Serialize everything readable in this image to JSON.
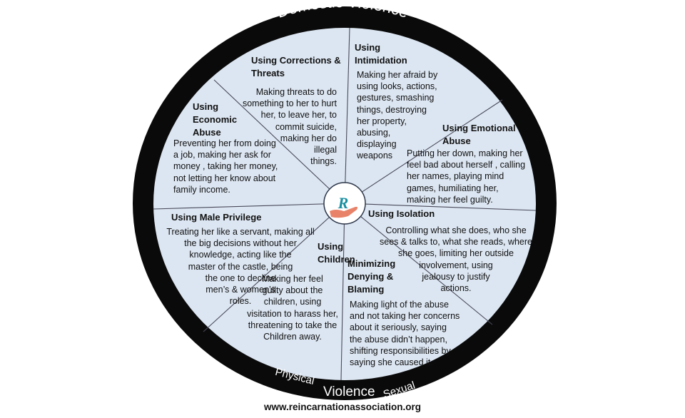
{
  "ring": {
    "top_label": "Domestic Violence",
    "bottom_left": "Physical",
    "bottom_center": "Violence",
    "bottom_right": "Sexual"
  },
  "colors": {
    "ring": "#0a0a0a",
    "fill": "#dce6f2",
    "spoke": "#4a4a5a",
    "hand": "#e8836a",
    "logo_r": "#1a8fa0"
  },
  "sections": [
    {
      "id": "corrections",
      "title": [
        "Using Corrections &",
        "Threats"
      ],
      "body": [
        "Making threats to do",
        "something  to her to hurt",
        "her, to leave her, to",
        "commit suicide,",
        "making her do",
        "illegal",
        "things."
      ]
    },
    {
      "id": "intimidation",
      "title": [
        "Using",
        "Intimidation"
      ],
      "body": [
        "Making her afraid by",
        "using looks, actions,",
        "gestures, smashing",
        "things, destroying",
        "her property,",
        "abusing,",
        "displaying",
        "weapons"
      ]
    },
    {
      "id": "economic",
      "title": [
        "Using",
        "Economic",
        "Abuse"
      ],
      "body": [
        "Preventing her from doing",
        "a job, making her ask for",
        "money , taking her money,",
        "not letting her know about",
        "family income."
      ]
    },
    {
      "id": "emotional",
      "title": [
        "Using Emotional",
        "Abuse"
      ],
      "body": [
        "Putting her down, making her",
        "feel bad about herself , calling",
        "her names, playing mind",
        "games, humiliating her,",
        "making her feel guilty."
      ]
    },
    {
      "id": "isolation",
      "title": [
        "Using Isolation"
      ],
      "body": [
        "Controlling what she does, who she",
        "sees & talks to, what she reads, where",
        "she goes, limiting her outside",
        "involvement, using",
        "jealousy to justify",
        "actions."
      ]
    },
    {
      "id": "privilege",
      "title": [
        "Using Male Privilege"
      ],
      "body": [
        "Treating her like a servant,  making all",
        "the big decisions  without her",
        "knowledge,  acting like the",
        "master of the castle,  being",
        "the one to decline",
        "men’s  & women’s",
        "roles."
      ]
    },
    {
      "id": "children",
      "title": [
        "Using",
        "Children"
      ],
      "body": [
        "Making her feel",
        "guilty about the",
        "children,  using",
        "visitation to harass her,",
        "threatening to take the",
        "Children away."
      ]
    },
    {
      "id": "minimizing",
      "title": [
        "Minimizing",
        "Denying &",
        "Blaming"
      ],
      "body": [
        "Making light of the abuse",
        "and not taking her concerns",
        "about it seriously, saying",
        "the abuse didn’t happen,",
        "shifting  responsibilities by",
        "saying she caused it."
      ]
    }
  ],
  "center_logo": {
    "icon": "hand-with-r-logo-icon",
    "letter": "R"
  },
  "footer": {
    "website": "www.reincarnationassociation.org"
  }
}
